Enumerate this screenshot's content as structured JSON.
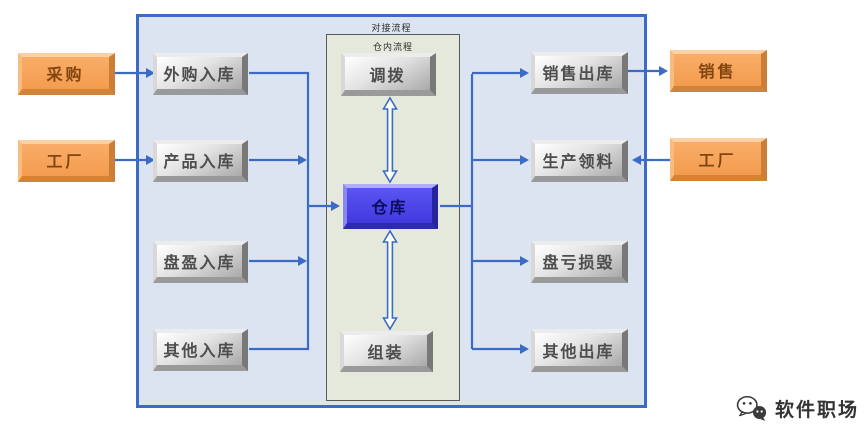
{
  "colors": {
    "outer_fill": "#dde4f1",
    "outer_border": "#3b6bc5",
    "inner_fill": "#e5e9dc",
    "inner_border": "#5a5a5a",
    "connector": "#3b6bc5",
    "gray_box_face": "#d9d9d9",
    "orange_box_face": "#f7a45c",
    "blue_box_face": "#4a43e6"
  },
  "diagram": {
    "outer_label": "对接流程",
    "inner_label": "仓内流程",
    "external_left": [
      {
        "label": "采购"
      },
      {
        "label": "工厂"
      }
    ],
    "inbound": [
      {
        "label": "外购入库"
      },
      {
        "label": "产品入库"
      },
      {
        "label": "盘盈入库"
      },
      {
        "label": "其他入库"
      }
    ],
    "center": {
      "top": "调拨",
      "hub": "仓库",
      "bottom": "组装"
    },
    "outbound": [
      {
        "label": "销售出库"
      },
      {
        "label": "生产领料"
      },
      {
        "label": "盘亏损毁"
      },
      {
        "label": "其他出库"
      }
    ],
    "external_right": [
      {
        "label": "销售"
      },
      {
        "label": "工厂"
      }
    ]
  },
  "watermark": {
    "text": "软件职场",
    "icon": "wechat-logo-icon"
  }
}
